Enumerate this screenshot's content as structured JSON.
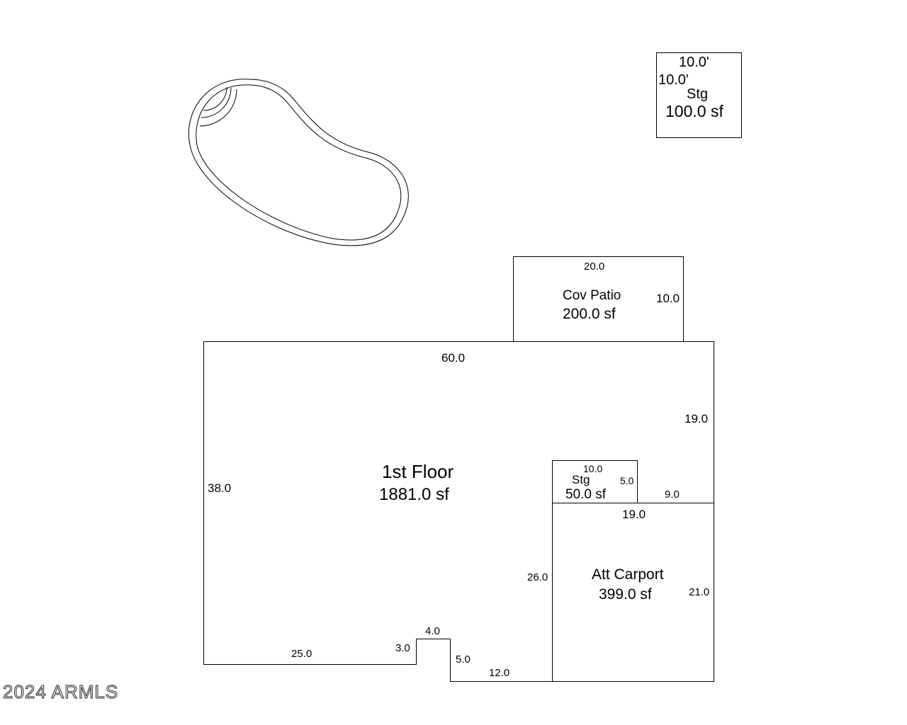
{
  "storage_shed": {
    "width": "10.0'",
    "depth": "10.0'",
    "name": "Stg",
    "area": "100.0 sf"
  },
  "covered_patio": {
    "name": "Cov Patio",
    "area": "200.0 sf",
    "dim_top": "20.0",
    "dim_right": "10.0"
  },
  "first_floor": {
    "name": "1st Floor",
    "area": "1881.0 sf",
    "dim_top": "60.0",
    "dim_left": "38.0",
    "dim_right_upper": "19.0",
    "dim_bottom_left": "25.0",
    "dim_notch_rise": "3.0",
    "dim_notch_top": "4.0",
    "dim_notch_drop": "5.0",
    "dim_bottom_mid": "12.0",
    "dim_ledge": "9.0"
  },
  "storage_room": {
    "name": "Stg",
    "area": "50.0 sf",
    "dim_top": "10.0",
    "dim_right": "5.0"
  },
  "carport": {
    "name": "Att Carport",
    "area": "399.0 sf",
    "dim_top": "19.0",
    "dim_left": "26.0",
    "dim_right": "21.0"
  },
  "footer": {
    "copyright": "2024 ARMLS"
  }
}
